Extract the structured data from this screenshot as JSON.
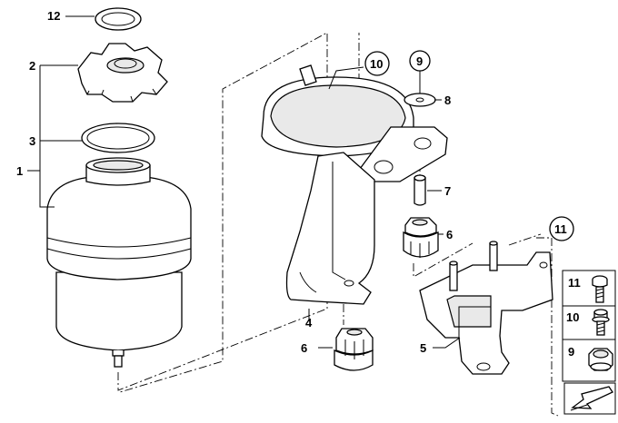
{
  "diagram": {
    "callouts": [
      {
        "id": "c12",
        "text": "12"
      },
      {
        "id": "c2",
        "text": "2"
      },
      {
        "id": "c3",
        "text": "3"
      },
      {
        "id": "c1",
        "text": "1"
      },
      {
        "id": "c10",
        "text": "10"
      },
      {
        "id": "c9a",
        "text": "9"
      },
      {
        "id": "c8",
        "text": "8"
      },
      {
        "id": "c7",
        "text": "7"
      },
      {
        "id": "c6a",
        "text": "6"
      },
      {
        "id": "c11a",
        "text": "11"
      },
      {
        "id": "c4",
        "text": "4"
      },
      {
        "id": "c6b",
        "text": "6"
      },
      {
        "id": "c5",
        "text": "5"
      }
    ],
    "legend": [
      {
        "id": "l11",
        "text": "11",
        "icon": "bolt-icon"
      },
      {
        "id": "l10",
        "text": "10",
        "icon": "flange-screw-icon"
      },
      {
        "id": "l9",
        "text": "9",
        "icon": "nut-icon"
      }
    ],
    "nav_icon": "arrow-icon"
  }
}
